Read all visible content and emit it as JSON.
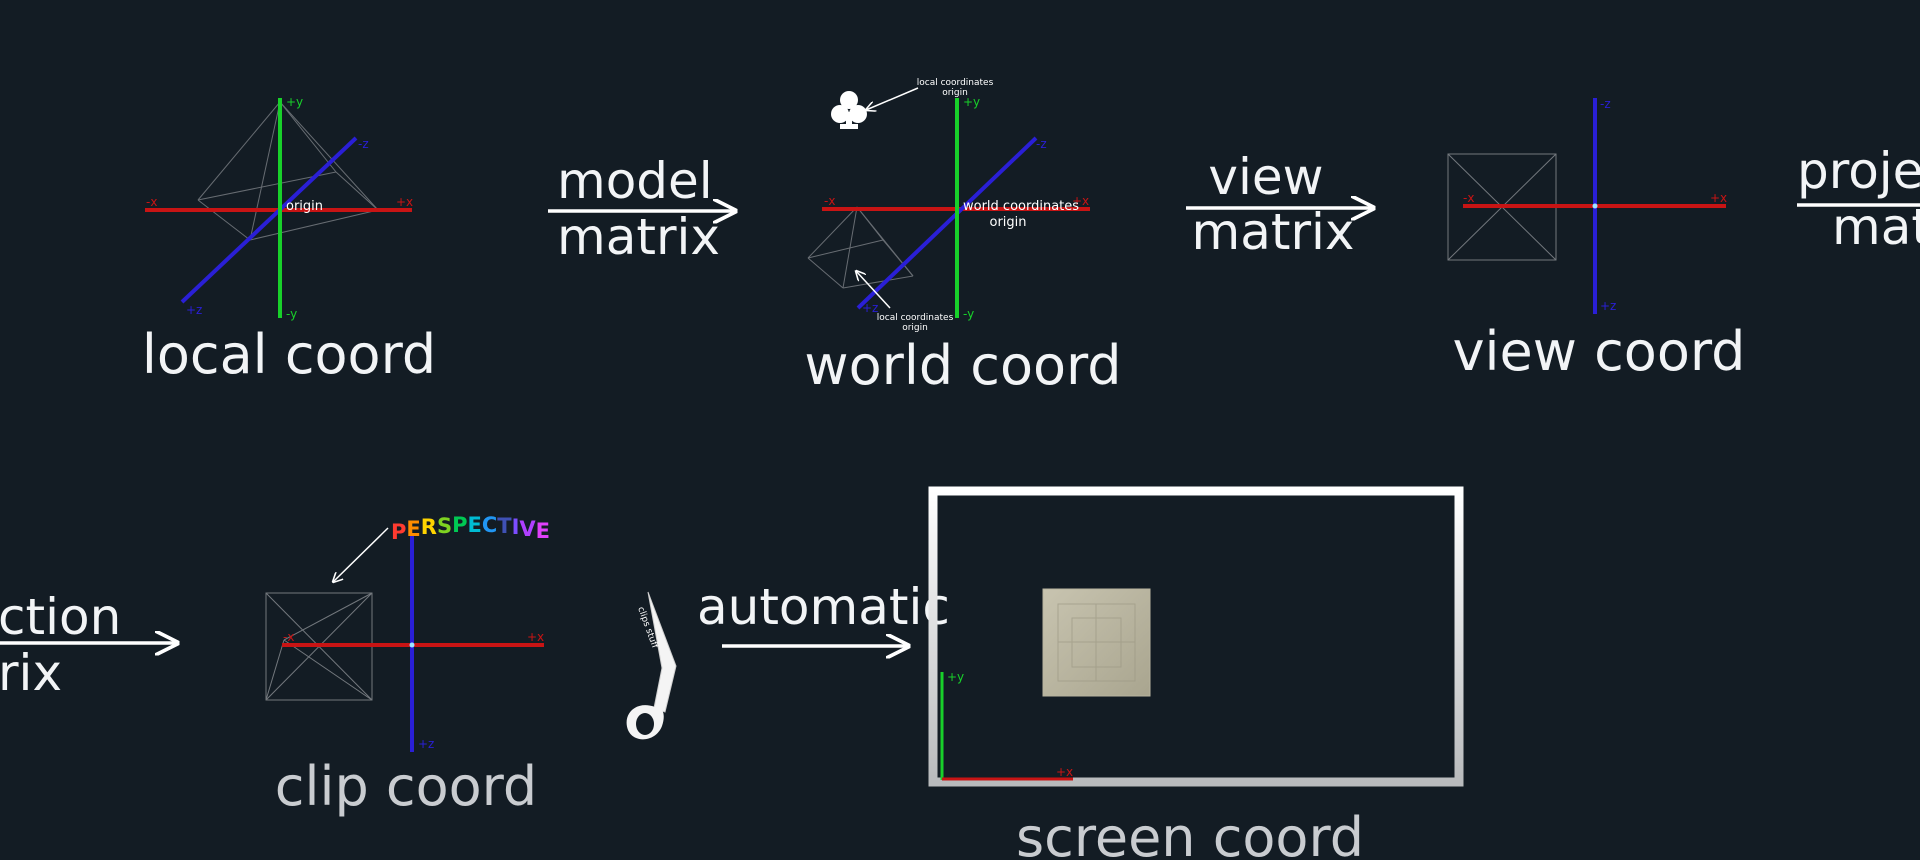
{
  "diagram": {
    "local": {
      "caption": "local coord",
      "origin": "origin",
      "axes": {
        "py": "+y",
        "ny": "-y",
        "px": "+x",
        "nx": "-x",
        "pz": "-z",
        "nz": "+z"
      }
    },
    "model_arrow": {
      "line1": "model",
      "line2": "matrix"
    },
    "world": {
      "caption": "world coord",
      "label_main_1": "world coordinates",
      "label_main_2": "origin",
      "label_top_1": "local coordinates",
      "label_top_2": "origin",
      "label_bot_1": "local coordinates",
      "label_bot_2": "origin",
      "axes": {
        "py": "+y",
        "ny": "-y",
        "px": "+x",
        "nx": "-x",
        "pz": "-z",
        "nz": "+z"
      }
    },
    "view_arrow": {
      "line1": "view",
      "line2": "matrix"
    },
    "view": {
      "caption": "view coord",
      "axes": {
        "top": "-z",
        "bottom": "+z",
        "px": "+x",
        "nx": "-x"
      }
    },
    "projection_arrow": {
      "line1": "projec",
      "line2": "mat",
      "line1_cont": "ction",
      "line2_cont": "rix"
    },
    "clip": {
      "caption": "clip coord",
      "perspective": "PERSPECTIVE",
      "axes": {
        "bottom": "+z",
        "px": "+x",
        "nx": "-x"
      }
    },
    "scissors": {
      "label": "clips stuff"
    },
    "auto_arrow": {
      "label": "automatic"
    },
    "screen": {
      "caption": "screen coord",
      "axes": {
        "py": "+y",
        "px": "+x"
      }
    },
    "colors": {
      "background": "#131c24",
      "x_axis": "#c81414",
      "y_axis": "#18d02a",
      "z_axis": "#2a1fd6",
      "text": "#f2f4f6"
    },
    "perspective_colors": [
      "#ff3b30",
      "#ff8c00",
      "#ffd400",
      "#7ed321",
      "#00c853",
      "#00bcd4",
      "#2196f3",
      "#3f51b5",
      "#7c4dff",
      "#b040ff",
      "#e040fb"
    ]
  }
}
